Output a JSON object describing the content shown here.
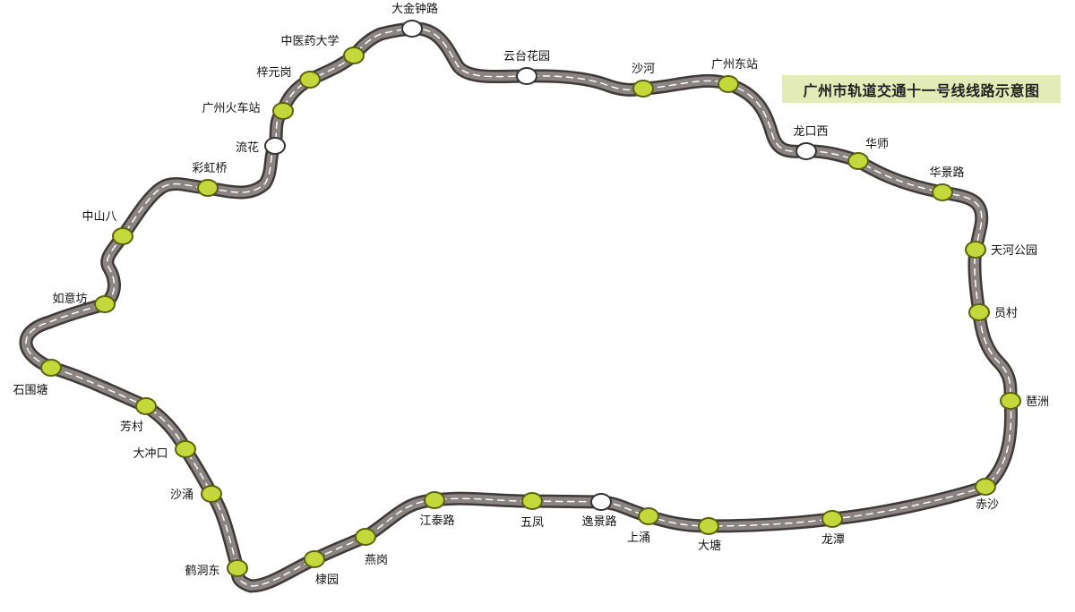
{
  "title": "广州市轨道交通十一号线线路示意图",
  "colors": {
    "track_casing": "#3f3a38",
    "track_fill": "#8a8482",
    "track_dash": "#ffffff",
    "station_fill": "#c3d83a",
    "station_stroke": "#5a6112",
    "interchange_fill": "#ffffff",
    "interchange_stroke": "#333333",
    "title_background": "#e3ecb8"
  },
  "stations": [
    {
      "name": "大金钟路",
      "interchange": true
    },
    {
      "name": "云台花园",
      "interchange": true
    },
    {
      "name": "沙河",
      "interchange": false
    },
    {
      "name": "广州东站",
      "interchange": false
    },
    {
      "name": "龙口西",
      "interchange": true
    },
    {
      "name": "华师",
      "interchange": false
    },
    {
      "name": "华景路",
      "interchange": false
    },
    {
      "name": "天河公园",
      "interchange": false
    },
    {
      "name": "员村",
      "interchange": false
    },
    {
      "name": "琶洲",
      "interchange": false
    },
    {
      "name": "赤沙",
      "interchange": false
    },
    {
      "name": "龙潭",
      "interchange": false
    },
    {
      "name": "大塘",
      "interchange": false
    },
    {
      "name": "上涌",
      "interchange": false
    },
    {
      "name": "逸景路",
      "interchange": true
    },
    {
      "name": "五凤",
      "interchange": false
    },
    {
      "name": "江泰路",
      "interchange": false
    },
    {
      "name": "燕岗",
      "interchange": false
    },
    {
      "name": "棣园",
      "interchange": false
    },
    {
      "name": "鹤洞东",
      "interchange": false
    },
    {
      "name": "沙涌",
      "interchange": false
    },
    {
      "name": "大冲口",
      "interchange": false
    },
    {
      "name": "芳村",
      "interchange": false
    },
    {
      "name": "石围塘",
      "interchange": false
    },
    {
      "name": "如意坊",
      "interchange": false
    },
    {
      "name": "中山八",
      "interchange": false
    },
    {
      "name": "彩虹桥",
      "interchange": false
    },
    {
      "name": "流花",
      "interchange": true
    },
    {
      "name": "广州火车站",
      "interchange": false
    },
    {
      "name": "梓元岗",
      "interchange": false
    },
    {
      "name": "中医药大学",
      "interchange": false
    }
  ]
}
